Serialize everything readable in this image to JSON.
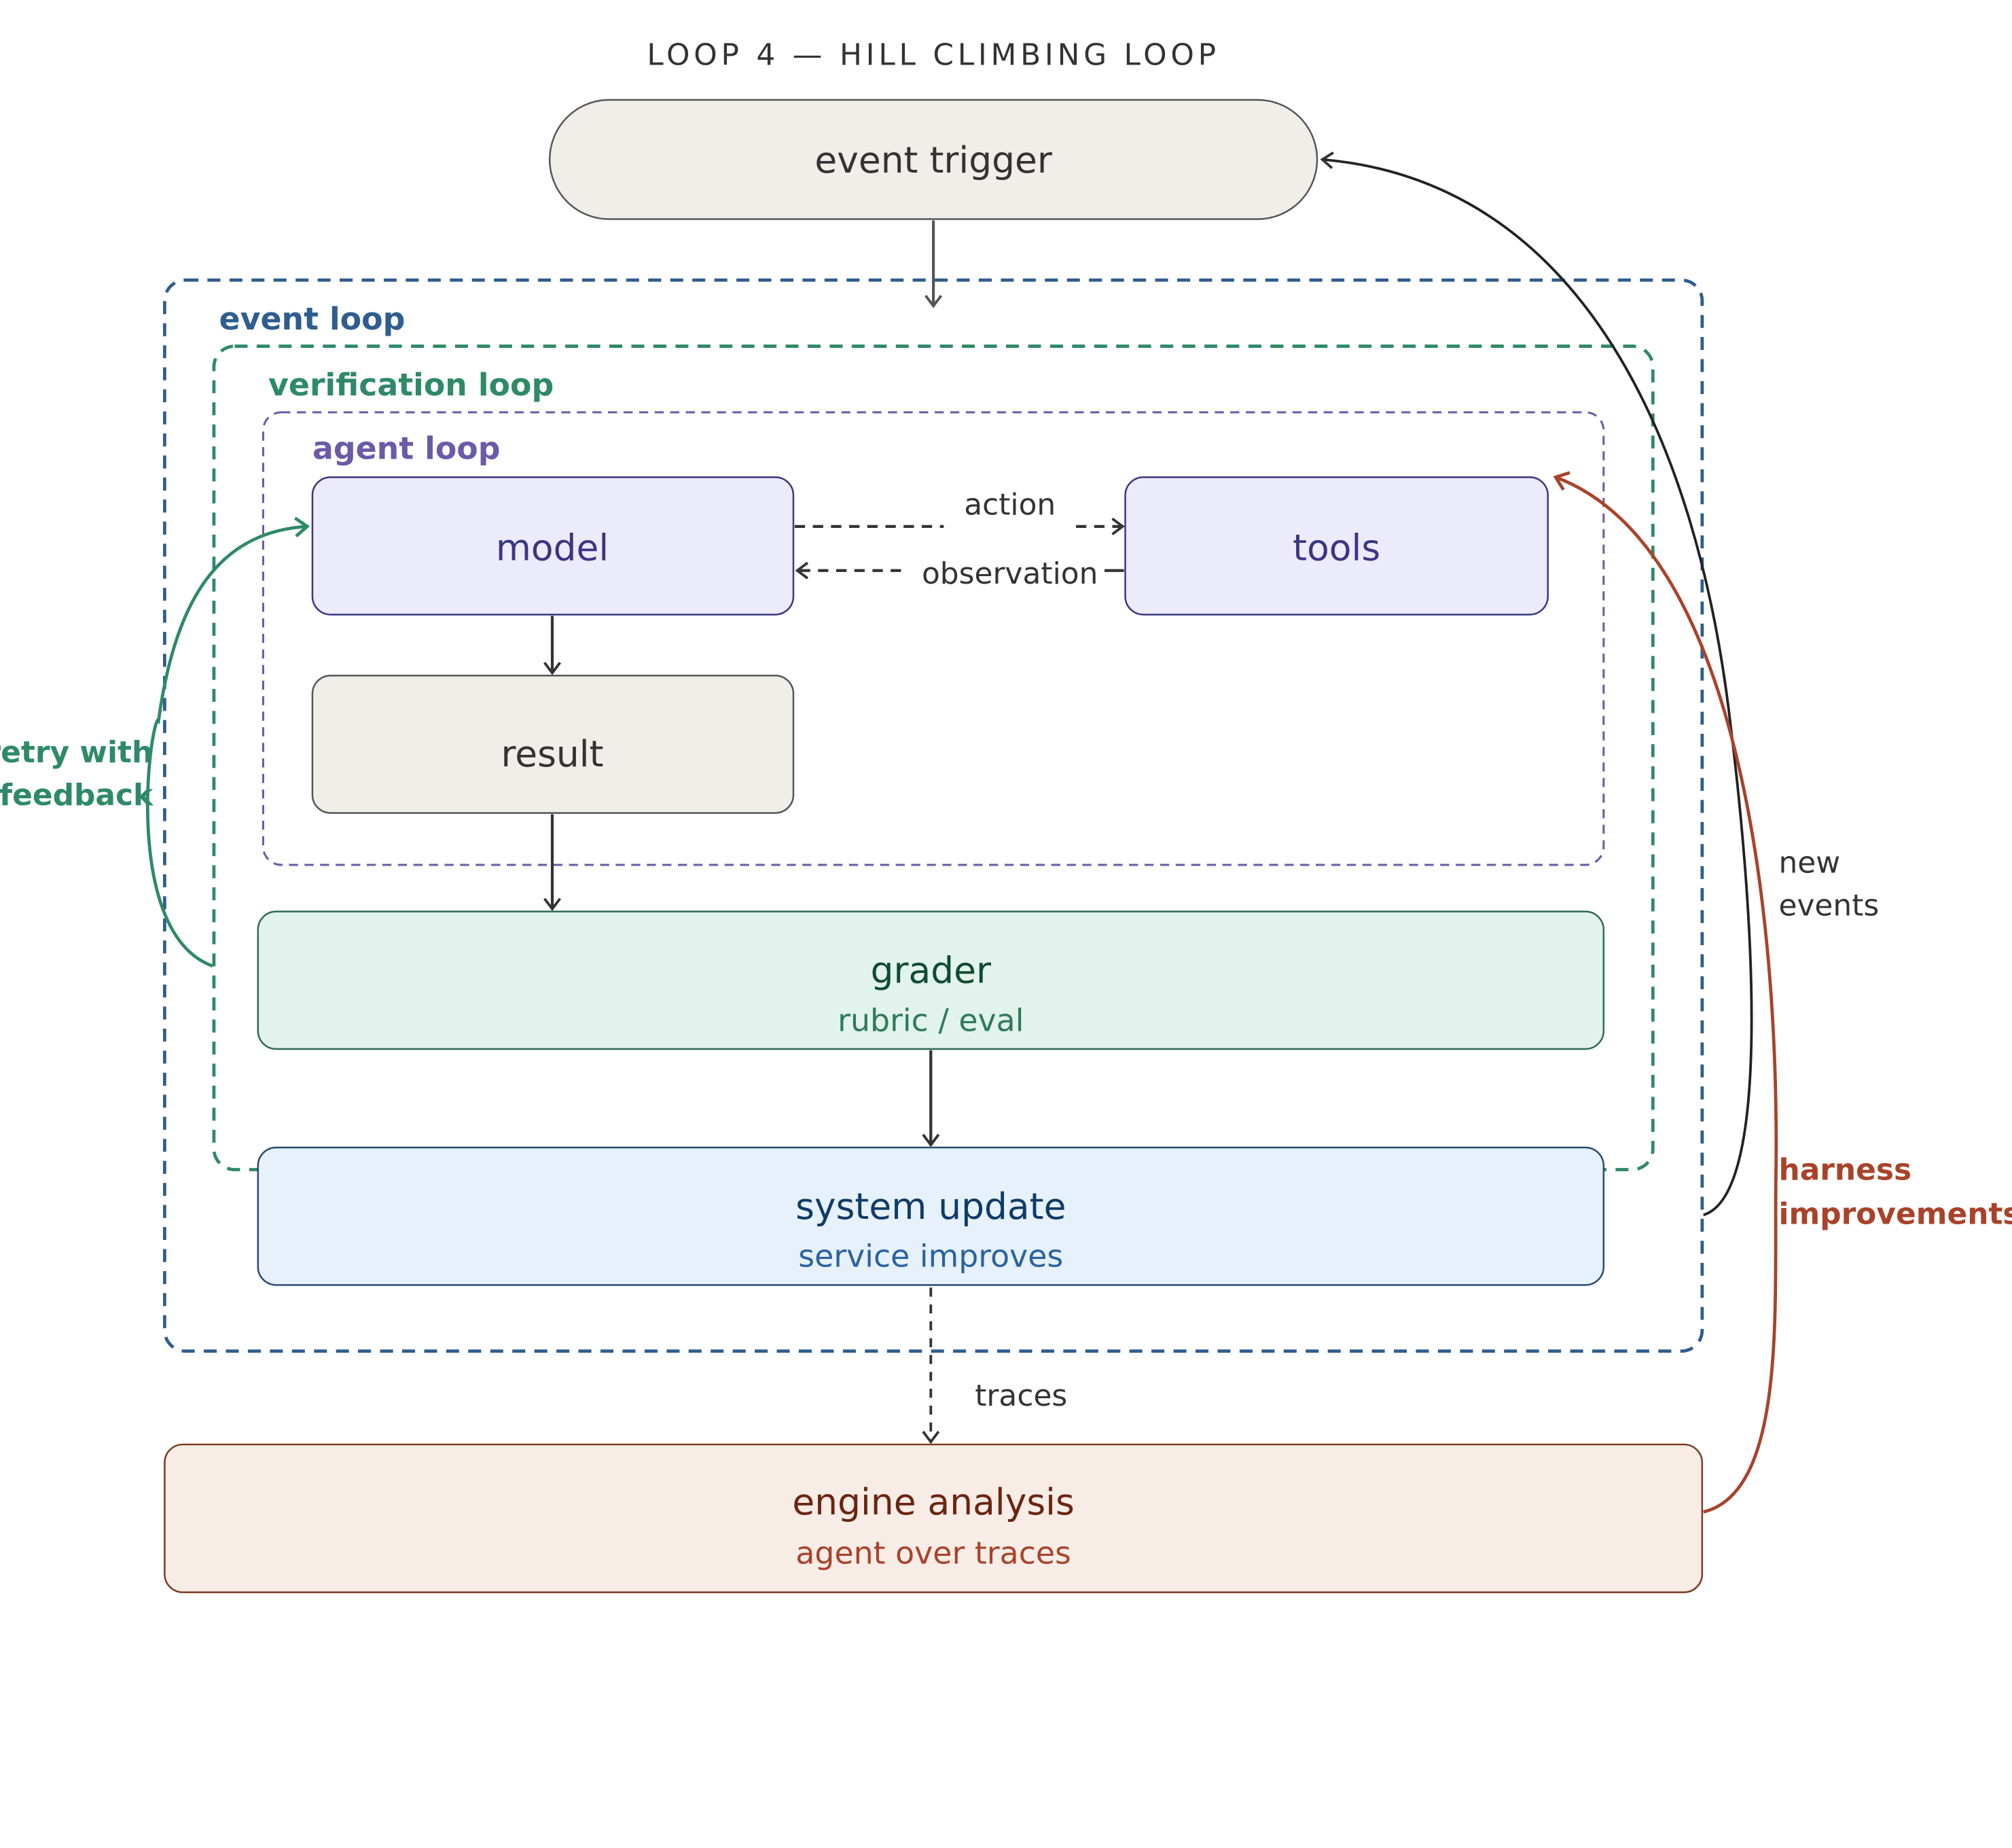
{
  "title": "LOOP 4 — HILL CLIMBING LOOP",
  "nodes": {
    "event_trigger": "event trigger",
    "model": "model",
    "tools": "tools",
    "result": "result",
    "grader": {
      "label": "grader",
      "sub": "rubric / eval"
    },
    "system_update": {
      "label": "system update",
      "sub": "service improves"
    },
    "engine_analysis": {
      "label": "engine analysis",
      "sub": "agent over traces"
    }
  },
  "loops": {
    "event_loop": "event loop",
    "verification_loop": "verification loop",
    "agent_loop": "agent loop"
  },
  "edges": {
    "action": "action",
    "observation": "observation",
    "traces": "traces",
    "retry_line1": "retry with",
    "retry_line2": "feedback",
    "new_events_line1": "new",
    "new_events_line2": "events",
    "harness_line1": "harness",
    "harness_line2": "improvements"
  },
  "colors": {
    "event_loop": "#2f5d8f",
    "verification_loop": "#2e8a66",
    "agent_loop": "#6a5aa8",
    "model_fill": "#ecebfb",
    "model_text": "#3c3584",
    "neutral_fill": "#f0eee9",
    "grader_fill": "#e1f3ec",
    "grader_text": "#0f4a35",
    "system_fill": "#e6f1fb",
    "system_text": "#0f3b66",
    "engine_fill": "#f8ece6",
    "engine_text": "#6b2410",
    "harness": "#a8432a"
  }
}
